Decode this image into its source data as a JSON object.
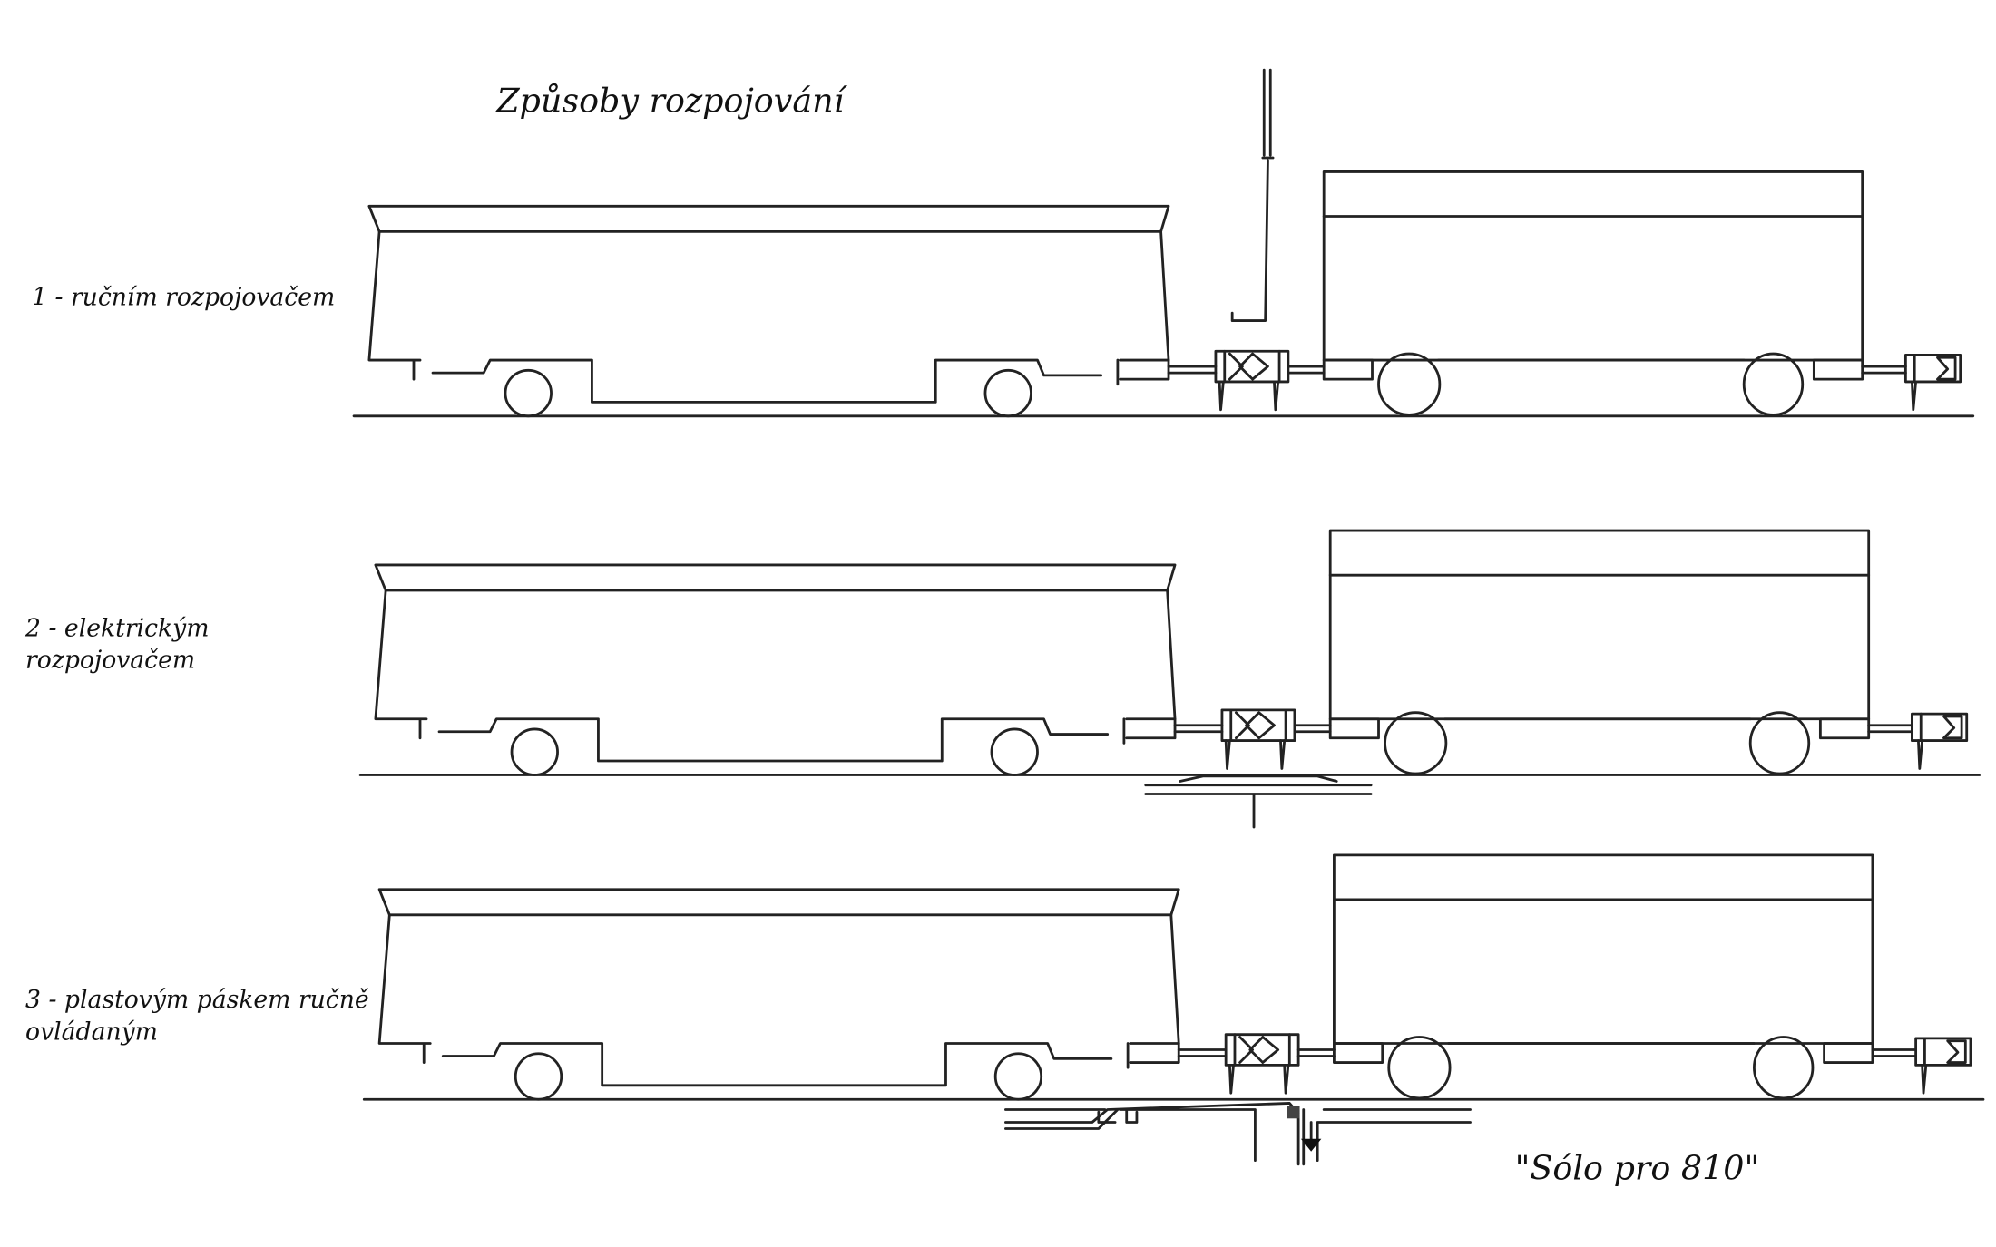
{
  "title": "Způsoby rozpojování",
  "methods": [
    {
      "label_lines": [
        "1 - ručním rozpojovačem"
      ]
    },
    {
      "label_lines": [
        "2 - elektrickým",
        "rozpojovačem"
      ]
    },
    {
      "label_lines": [
        "3 - plastovým páskem ručně",
        "ovládaným"
      ]
    }
  ],
  "caption": "\"Sólo pro 810\""
}
